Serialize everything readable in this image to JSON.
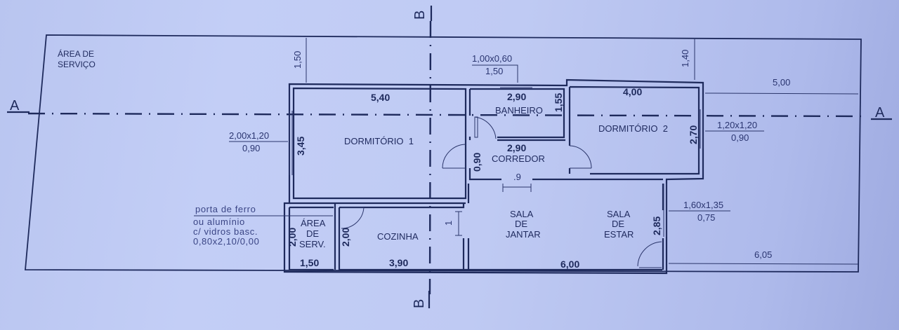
{
  "plan": {
    "section_markers": {
      "a_left": "A",
      "a_right": "A",
      "b_top": "B",
      "b_bottom": "B"
    },
    "outdoor_label": {
      "line1": "ÁREA DE",
      "line2": "SERVIÇO"
    },
    "rooms": {
      "dormitorio1": {
        "name": "DORMITÓRIO  1",
        "width": "5,40",
        "depth": "3,45"
      },
      "banheiro": {
        "name": "BANHEIRO",
        "width": "2,90",
        "depth": "1,55"
      },
      "dormitorio2": {
        "name": "DORMITÓRIO  2",
        "width": "4,00",
        "depth": "2,70"
      },
      "corredor": {
        "name": "CORREDOR",
        "width": "2,90",
        "depth": "0,90",
        "opening": ".9"
      },
      "area_serv": {
        "line1": "ÁREA",
        "line2": "DE",
        "line3": "SERV.",
        "width": "1,50",
        "depth": "2,00"
      },
      "cozinha": {
        "name": "COZINHA",
        "width": "3,90",
        "depth": "2,00"
      },
      "sala_jantar": {
        "line1": "SALA",
        "line2": "DE",
        "line3": "JANTAR"
      },
      "sala_estar": {
        "line1": "SALA",
        "line2": "DE",
        "line3": "ESTAR",
        "depth": "2,85"
      },
      "salas_width": "6,00",
      "passage_dim": "1"
    },
    "setbacks": {
      "top_left": "1,50",
      "top_right": "1,40",
      "right_top": "5,00",
      "right_bottom": "6,05"
    },
    "windows": {
      "dorm1": {
        "size": "2,00x1,20",
        "sill": "0,90"
      },
      "banheiro": {
        "size": "1,00x0,60",
        "sill": "1,50"
      },
      "dorm2": {
        "size": "1,20x1,20",
        "sill": "0,90"
      },
      "sala": {
        "size": "1,60x1,35",
        "sill": "0,75"
      }
    },
    "door_note": {
      "line1": "porta de ferro",
      "line2": "ou alumínio",
      "line3": "c/ vidros basc.",
      "line4": "0,80x2,10/0,00"
    }
  }
}
